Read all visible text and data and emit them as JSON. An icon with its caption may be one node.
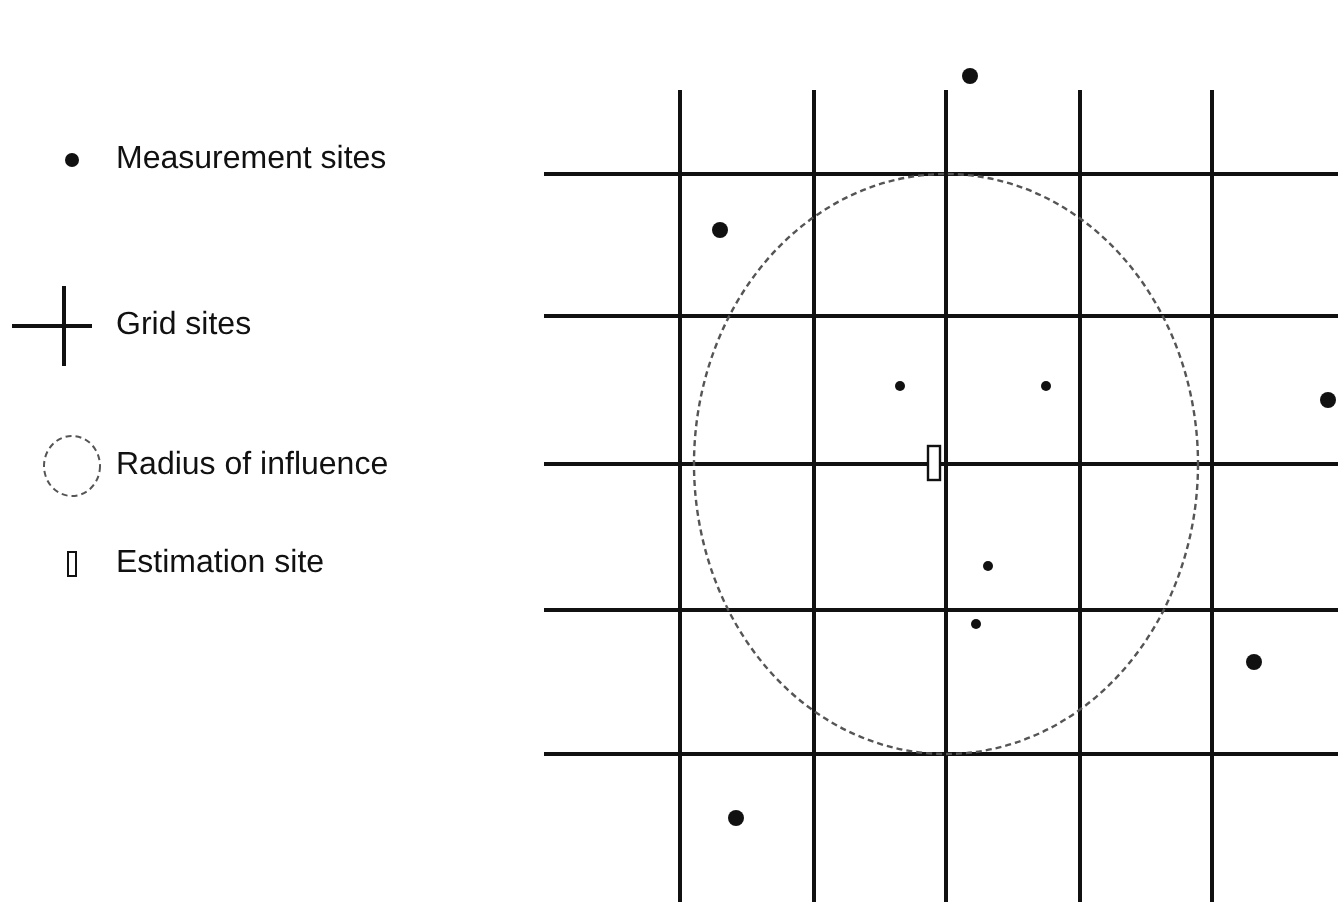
{
  "diagram": {
    "legend": [
      {
        "text": "Measurement sites"
      },
      {
        "text": "Grid sites"
      },
      {
        "text": "Radius of influence"
      },
      {
        "text": "Estimation site"
      }
    ]
  }
}
